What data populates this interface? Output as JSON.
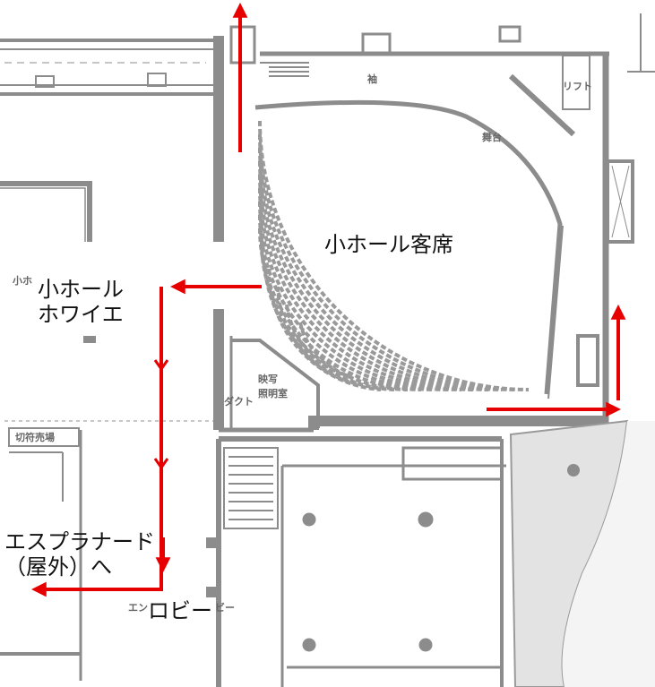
{
  "map": {
    "labels": {
      "hall_seating": "小ホール客席",
      "foyer": "小ホール\nホワイエ",
      "esplanade": "エスプラナード\n（屋外）へ",
      "lobby": "ロビー"
    },
    "plan_text": {
      "stage": "舞台",
      "lift": "リフト",
      "side": "袖",
      "projection_room": "映写\n照明室",
      "duct": "ダクト",
      "ticket_counter": "切符売場",
      "small_hall_left": "小ホ",
      "entrance": "エン",
      "lobby_fragment": "ビー"
    },
    "colors": {
      "arrow": "#e60000",
      "wall": "#8c8c8c",
      "seat": "#9a9a9a",
      "paving": "#d8d8d8"
    }
  }
}
